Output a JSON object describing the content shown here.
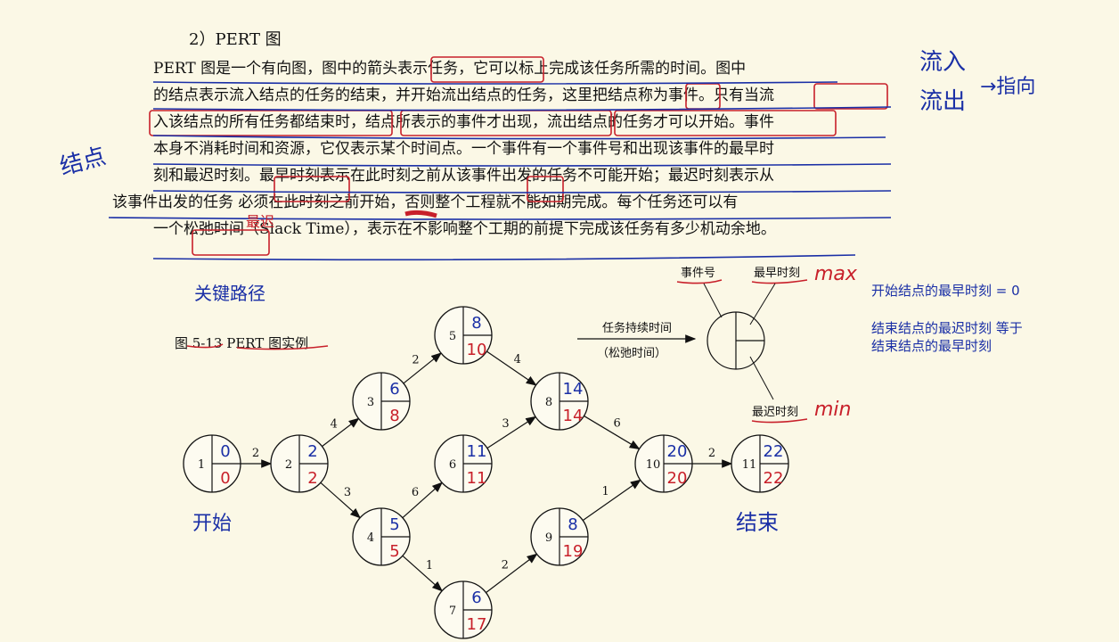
{
  "section_title": "2）PERT 图",
  "paragraph_lines": [
    "PERT 图是一个有向图，图中的箭头表示任务，它可以标上完成该任务所需的时间。图中",
    "的结点表示流入结点的任务的结束，并开始流出结点的任务，这里把结点称为事件。只有当流",
    "入该结点的所有任务都结束时，结点所表示的事件才出现，流出结点的任务才可以开始。事件",
    "本身不消耗时间和资源，它仅表示某个时间点。一个事件有一个事件号和出现该事件的最早时",
    "刻和最迟时刻。最早时刻表示在此时刻之前从该事件出发的任务不可能开始；最迟时刻表示从",
    "该事件出发的任务  必须在此时刻之前开始，否则整个工程就不能如期完成。每个任务还可以有",
    "一个松弛时间（Slack Time），表示在不影响整个工期的前提下完成该任务有多少机动余地。"
  ],
  "figure_caption": "图 5-13   PERT 图实例",
  "legend": {
    "task_duration": "任务持续时间",
    "slack_time": "（松弛时间）",
    "event_no": "事件号",
    "earliest": "最早时刻",
    "latest": "最迟时刻"
  },
  "right_notes": {
    "line1": "开始结点的最早时刻 = 0",
    "line2": "结束结点的最迟时刻  等于",
    "line3": "结束结点的最早时刻"
  },
  "handwriting": {
    "max": "max",
    "min": "min",
    "liuru": "流入",
    "liuchu": "流出",
    "zhixiang": "→指向",
    "start": "开始",
    "end": "结束",
    "jiedian": "结点",
    "guanjian": "关键路径",
    "zuichi": "最迟"
  },
  "nodes": [
    {
      "id": "1",
      "early": "0",
      "late": "0"
    },
    {
      "id": "2",
      "early": "2",
      "late": "2"
    },
    {
      "id": "3",
      "early": "6",
      "late": "8"
    },
    {
      "id": "4",
      "early": "5",
      "late": "5"
    },
    {
      "id": "5",
      "early": "8",
      "late": "10"
    },
    {
      "id": "6",
      "early": "11",
      "late": "11"
    },
    {
      "id": "7",
      "early": "6",
      "late": "17"
    },
    {
      "id": "8",
      "early": "14",
      "late": "14"
    },
    {
      "id": "9",
      "early": "8",
      "late": "19"
    },
    {
      "id": "10",
      "early": "20",
      "late": "20"
    },
    {
      "id": "11",
      "early": "22",
      "late": "22"
    }
  ],
  "edges": [
    {
      "from": "1",
      "to": "2",
      "w": "2"
    },
    {
      "from": "2",
      "to": "3",
      "w": "4"
    },
    {
      "from": "2",
      "to": "4",
      "w": "3"
    },
    {
      "from": "3",
      "to": "5",
      "w": "2"
    },
    {
      "from": "5",
      "to": "8",
      "w": "4"
    },
    {
      "from": "4",
      "to": "6",
      "w": "6"
    },
    {
      "from": "6",
      "to": "8",
      "w": "3"
    },
    {
      "from": "4",
      "to": "7",
      "w": "1"
    },
    {
      "from": "7",
      "to": "9",
      "w": "2"
    },
    {
      "from": "8",
      "to": "10",
      "w": "6"
    },
    {
      "from": "9",
      "to": "10",
      "w": "1"
    },
    {
      "from": "10",
      "to": "11",
      "w": "2"
    }
  ],
  "colors": {
    "ink_blue": "#1a2fa6",
    "ink_red": "#c8202a",
    "text": "#111111",
    "background": "#fbf8e6"
  }
}
